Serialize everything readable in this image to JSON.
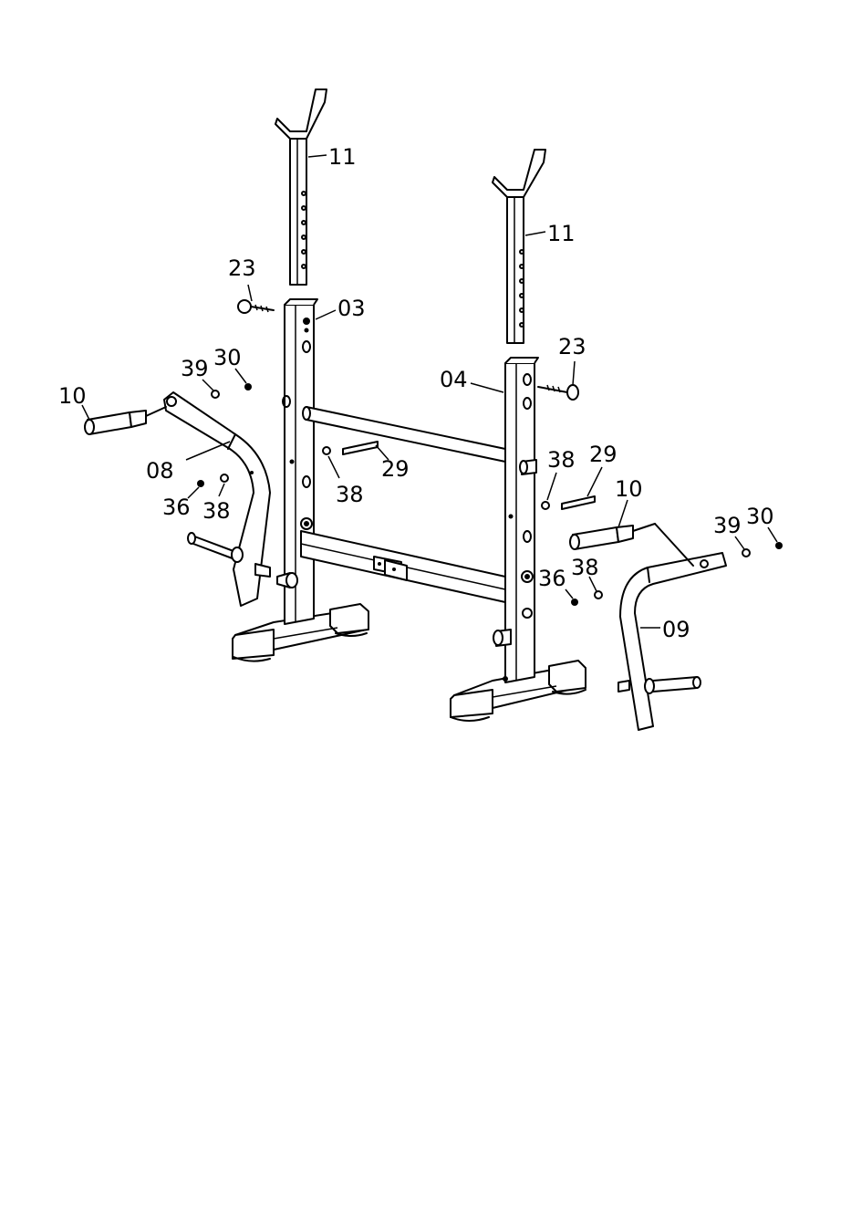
{
  "labels": {
    "l11a": "11",
    "l11b": "11",
    "l23a": "23",
    "l23b": "23",
    "l03": "03",
    "l04": "04",
    "l39a": "39",
    "l30a": "30",
    "l10a": "10",
    "l08": "08",
    "l36a": "36",
    "l38a": "38",
    "l38b": "38",
    "l29a": "29",
    "l38c": "38",
    "l29b": "29",
    "l10b": "10",
    "l39b": "39",
    "l30b": "30",
    "l36b": "36",
    "l38d": "38",
    "l09": "09"
  }
}
